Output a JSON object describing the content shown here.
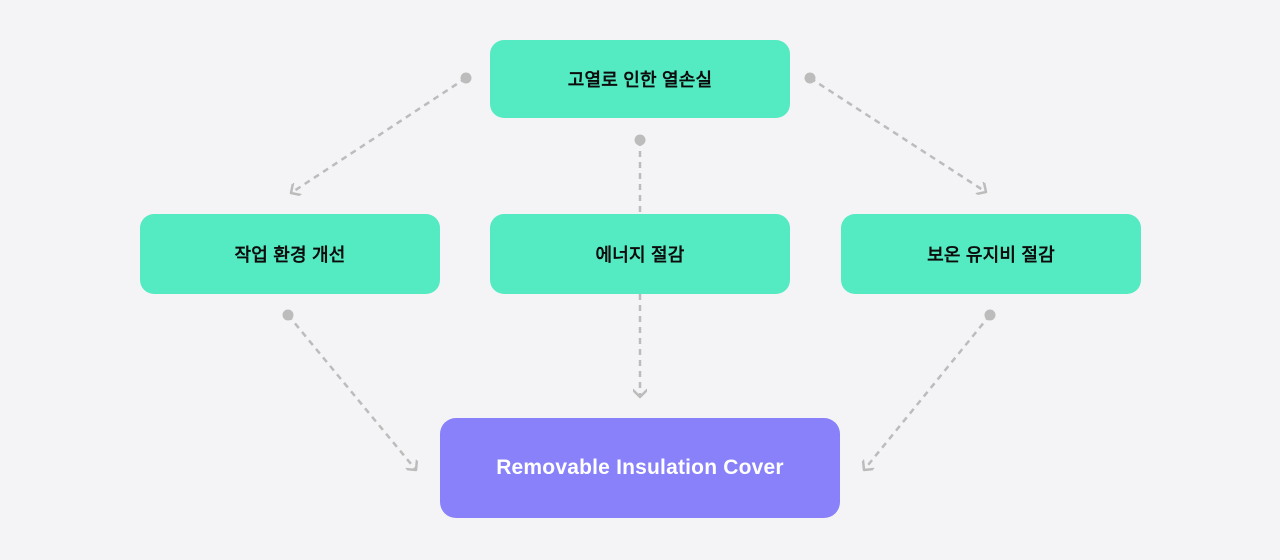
{
  "diagram": {
    "type": "flowchart",
    "nodes": [
      {
        "id": "heat-loss",
        "label": "고열로 인한 열손실",
        "role": "cause",
        "color": "#54EBC2",
        "text_color": "#0C0C0C"
      },
      {
        "id": "work-environment",
        "label": "작업 환경 개선",
        "role": "benefit",
        "color": "#54EBC2",
        "text_color": "#0C0C0C"
      },
      {
        "id": "energy-saving",
        "label": "에너지 절감",
        "role": "benefit",
        "color": "#54EBC2",
        "text_color": "#0C0C0C"
      },
      {
        "id": "maintenance-cost",
        "label": "보온 유지비 절감",
        "role": "benefit",
        "color": "#54EBC2",
        "text_color": "#0C0C0C"
      },
      {
        "id": "solution",
        "label": "Removable Insulation Cover",
        "role": "solution",
        "color": "#8881FA",
        "text_color": "#FFFFFF"
      }
    ],
    "edges": [
      {
        "from": "heat-loss",
        "to": "work-environment",
        "style": "dashed",
        "start_cap": "dot",
        "end_cap": "open-arrow"
      },
      {
        "from": "heat-loss",
        "to": "solution",
        "style": "dashed",
        "start_cap": "dot",
        "end_cap": "open-arrow",
        "note": "vertical line passes behind energy-saving node"
      },
      {
        "from": "heat-loss",
        "to": "maintenance-cost",
        "style": "dashed",
        "start_cap": "dot",
        "end_cap": "open-arrow"
      },
      {
        "from": "work-environment",
        "to": "solution",
        "style": "dashed",
        "start_cap": "dot",
        "end_cap": "open-arrow"
      },
      {
        "from": "maintenance-cost",
        "to": "solution",
        "style": "dashed",
        "start_cap": "dot",
        "end_cap": "open-arrow"
      }
    ],
    "colors": {
      "background": "#F4F4F6",
      "benefit_node": "#54EBC2",
      "solution_node": "#8881FA",
      "node_text": "#0C0C0C",
      "solution_text": "#FFFFFF",
      "connector": "#BCBCBC"
    }
  }
}
